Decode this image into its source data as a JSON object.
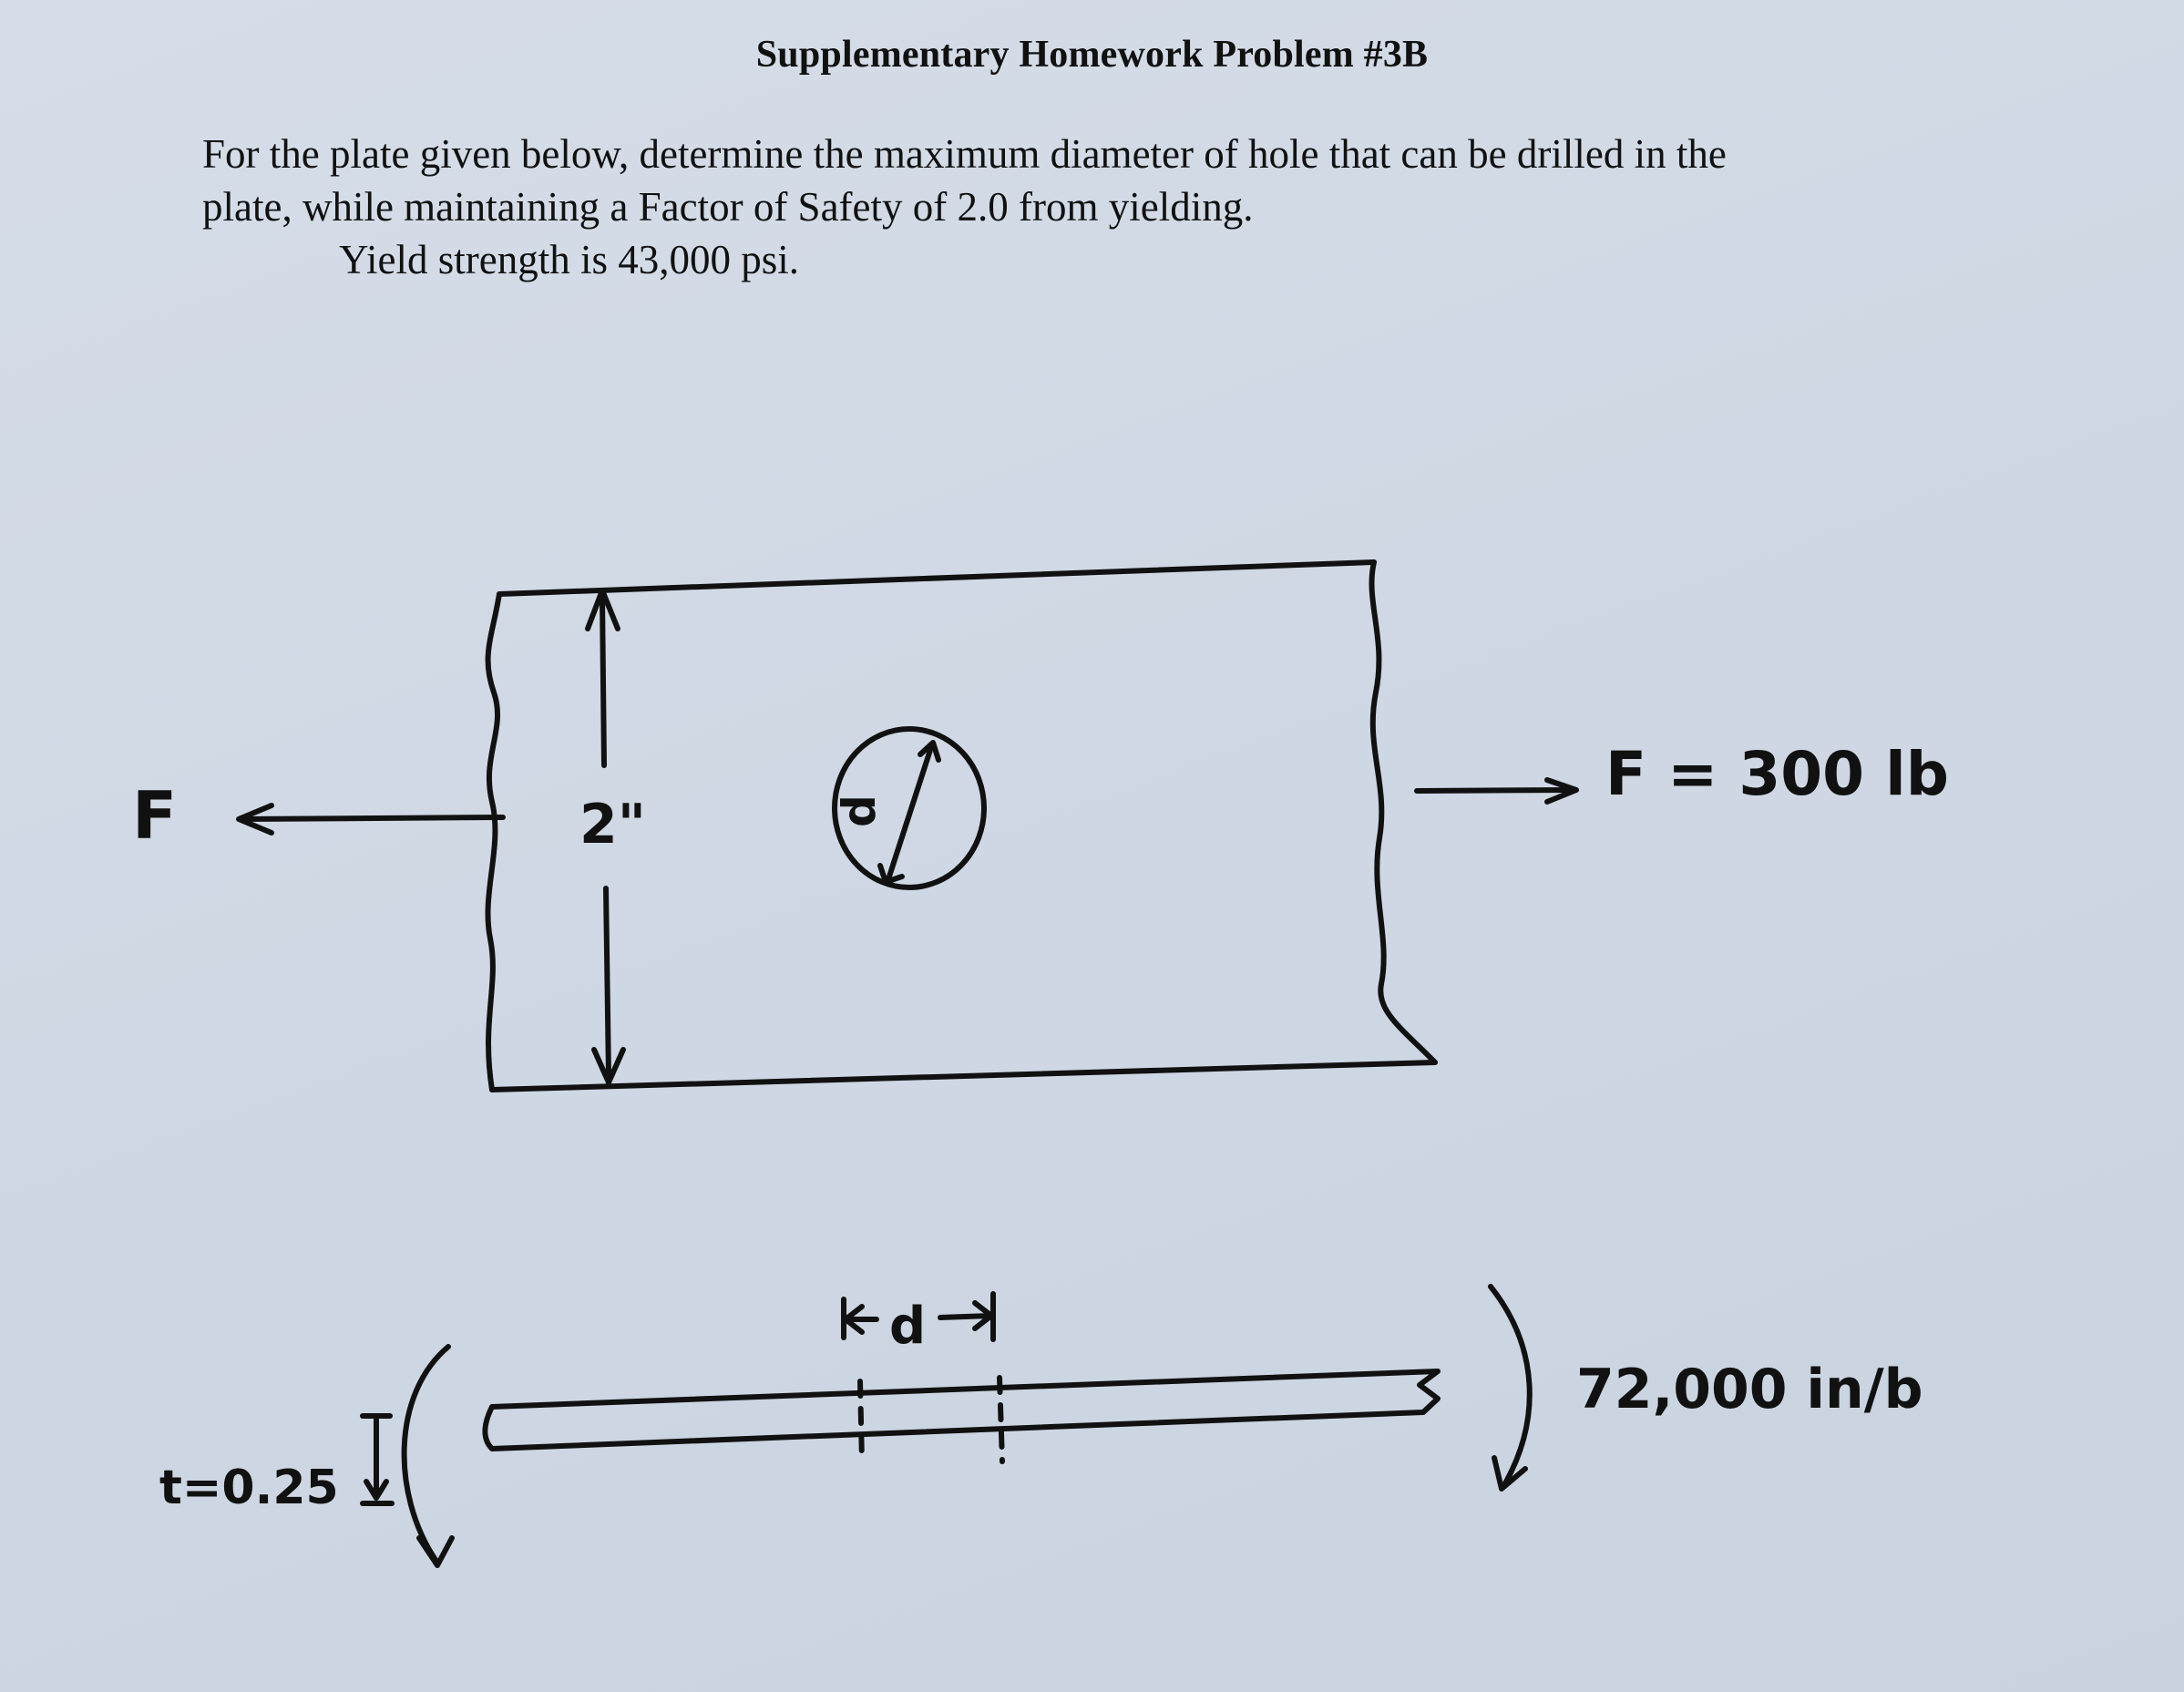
{
  "document": {
    "title": "Supplementary Homework Problem #3B",
    "problem_lines": [
      "For the plate given below, determine the maximum diameter of hole that can be drilled in the",
      "plate, while maintaining a Factor of Safety of 2.0 from yielding.",
      "Yield strength is 43,000 psi."
    ]
  },
  "figure": {
    "left_force_label": "F",
    "right_force_label": "F = 300 lb",
    "width_label": "2\"",
    "hole_label": "d",
    "section_hole_label": "d",
    "thickness_label": "t=0.25",
    "moment_label": "72,000 in/b",
    "ink_color": "#111111"
  }
}
